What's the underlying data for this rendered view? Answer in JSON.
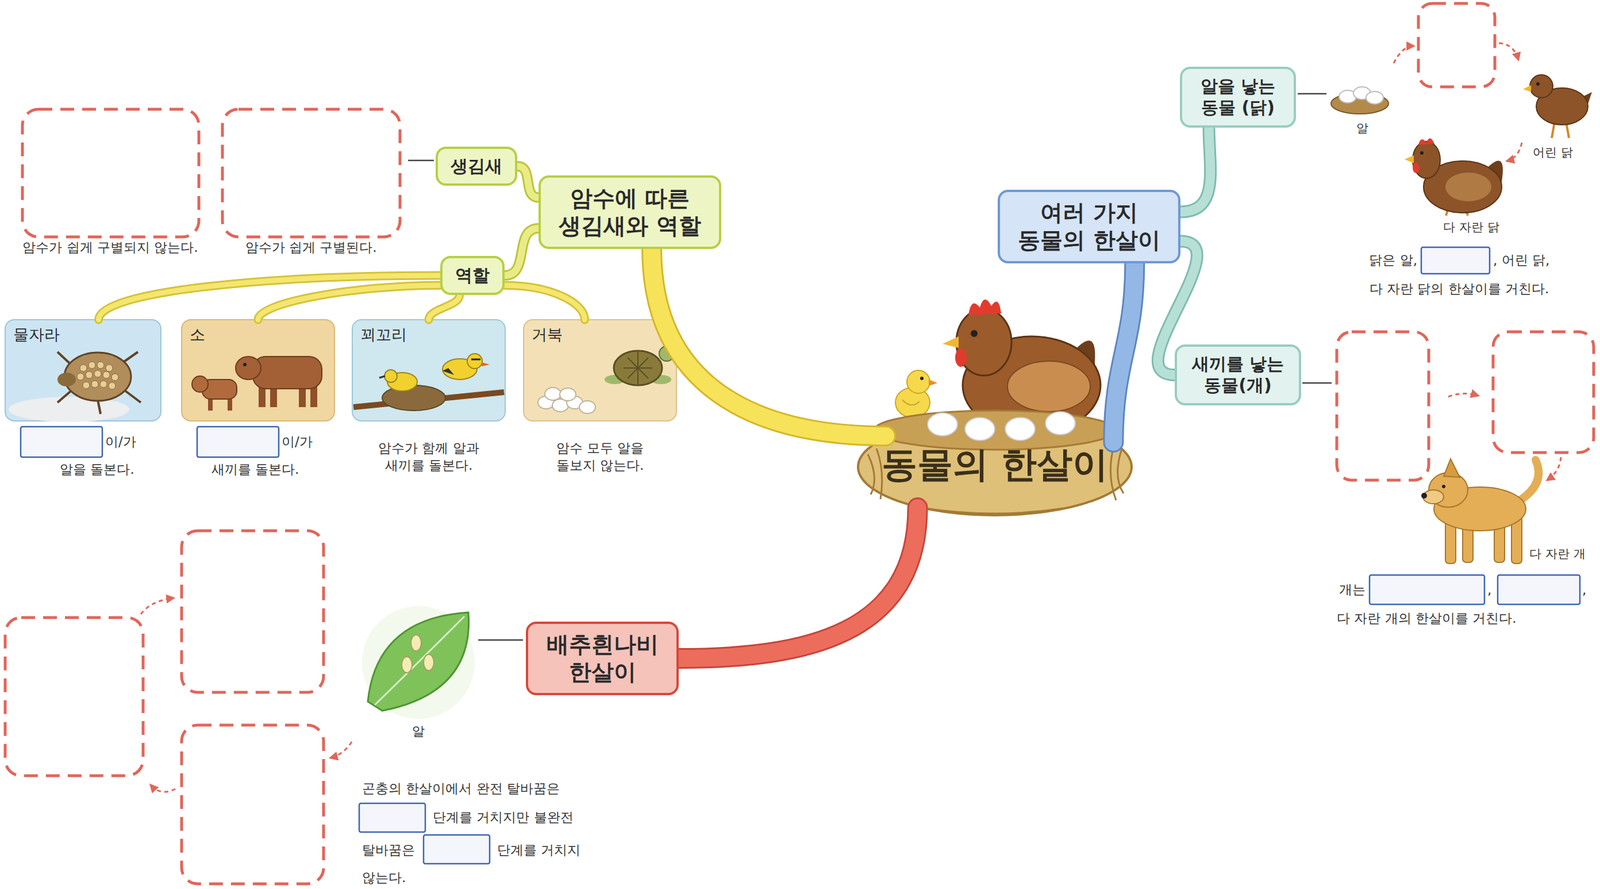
{
  "diagram": {
    "nodes": [
      {
        "text": [
          "동물의 한살이"
        ]
      },
      {
        "text": [
          "암수에 따른 생김새와 역할"
        ]
      },
      {
        "text": [
          "생김새"
        ]
      },
      {
        "text": [
          "역할"
        ]
      },
      {
        "text": [
          "물자라"
        ]
      },
      {
        "text": [
          "소"
        ]
      },
      {
        "text": [
          "꾀꼬리"
        ]
      },
      {
        "text": [
          "거북"
        ]
      },
      {
        "text": [
          "배추흰나비 한살이"
        ]
      },
      {
        "text": [
          "여러 가지 동물의 한살이"
        ]
      },
      {
        "text": [
          "알을 낳는 동물 (닭)"
        ]
      },
      {
        "text": [
          "새끼를 낳는 동물(개)"
        ]
      }
    ],
    "edges": [
      {
        "from": 0,
        "to": 1,
        "arrow": "none"
      },
      {
        "from": 1,
        "to": 2,
        "arrow": "none"
      },
      {
        "from": 1,
        "to": 3,
        "arrow": "none"
      },
      {
        "from": 3,
        "to": 4,
        "arrow": "none"
      },
      {
        "from": 3,
        "to": 5,
        "arrow": "none"
      },
      {
        "from": 3,
        "to": 6,
        "arrow": "none"
      },
      {
        "from": 3,
        "to": 7,
        "arrow": "none"
      },
      {
        "from": 0,
        "to": 8,
        "arrow": "none"
      },
      {
        "from": 0,
        "to": 9,
        "arrow": "none"
      },
      {
        "from": 9,
        "to": 10,
        "arrow": "none"
      },
      {
        "from": 9,
        "to": 11,
        "arrow": "none"
      }
    ],
    "labels": [
      "암수가 쉽게 구별되지 않는다.",
      "암수가 쉽게 구별된다.",
      "이/가",
      "알을 돌본다.",
      "이/가",
      "새끼를 돌본다.",
      "암수가 함께 알과 새끼를 돌본다.",
      "암수 모두 알을 돌보지 않는다.",
      "알",
      "곤충의 한살이에서 완전 탈바꿈은",
      "단계를 거치지만 불완전",
      "탈바꿈은",
      "단계를 거치지",
      "않는다.",
      "알",
      "어린 닭",
      "다 자란 닭",
      "닭은 알,",
      ", 어린 닭,",
      "다 자란 닭의 한살이를 거친다.",
      "다 자란 개",
      "개는",
      ",",
      ",",
      "다 자란 개의 한살이를 거친다."
    ]
  }
}
